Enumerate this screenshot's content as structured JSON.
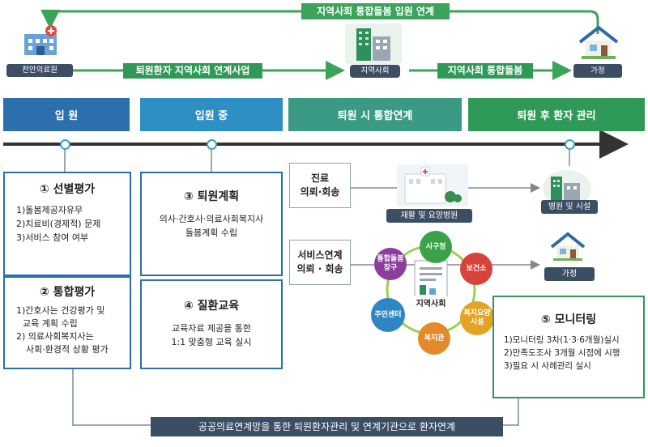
{
  "top": {
    "loop_banner": "지역사회 통합돌봄 입원 연계",
    "mid_banner_left": "퇴원환자 지역사회 연계사업",
    "mid_banner_right": "지역사회 통합돌봄",
    "hospital_label": "천안의료원",
    "community_label": "지역사회",
    "home_label": "가정"
  },
  "stages": [
    {
      "label": "입 원",
      "color": "#2b6fad"
    },
    {
      "label": "입원 중",
      "color": "#2e8fc4"
    },
    {
      "label": "퇴원 시 통합연계",
      "color": "#3b9a86"
    },
    {
      "label": "퇴원 후 환자 관리",
      "color": "#2f9a58"
    }
  ],
  "cards": {
    "screening": {
      "title": "① 선별평가",
      "lines": [
        "1)돌봄제공자유무",
        "2)치료비(경제적) 문제",
        "3)서비스 참여 여부"
      ]
    },
    "integrated": {
      "title": "② 통합평가",
      "lines": [
        "1)간호사는 건강평가 및",
        "교육 계획 수립",
        "2) 의료사회복지사는",
        "사회·환경적 상황 평가"
      ]
    },
    "discharge_plan": {
      "title": "③ 퇴원계획",
      "lines": [
        "의사·간호사·의료사회복지사",
        "돌봄계획 수립"
      ]
    },
    "education": {
      "title": "④ 질환교육",
      "lines": [
        "교육자료 제공을 통한",
        "1:1 맞춤형 교육 실시"
      ]
    },
    "monitoring": {
      "title": "⑤ 모니터링",
      "lines": [
        "1)모니터링 3차(1·3·6개월)실시",
        "2)만족도조사 3개월 시점에 시행",
        "3)필요 시 사례관리 실시"
      ]
    }
  },
  "left_boxes": {
    "care": "진료\n의뢰·회송",
    "service": "서비스연계\n의뢰 · 회송"
  },
  "rehab_label": "재활 및 요양병원",
  "hospital_facility_label": "병원 및 시설",
  "home_right_label": "가정",
  "cycle": {
    "center": "지역사회",
    "nodes": [
      {
        "label": "시구청",
        "color": "#3aa24a"
      },
      {
        "label": "보건소",
        "color": "#d7433a"
      },
      {
        "label": "복지요양\n시설",
        "color": "#e3a323"
      },
      {
        "label": "복지관",
        "color": "#e38a2a"
      },
      {
        "label": "주민센터",
        "color": "#2e87c4"
      },
      {
        "label": "통합돌봄\n창구",
        "color": "#8b3e9c"
      }
    ]
  },
  "footer": "공공의료연계망을 통한 퇴원환자관리 및 연계기관으로 환자연계"
}
